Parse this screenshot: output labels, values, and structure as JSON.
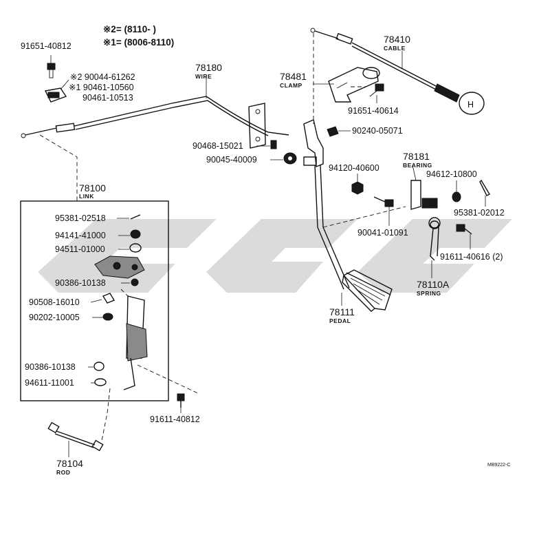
{
  "notes": {
    "note2": "※2= (8110-      )",
    "note1": "※1= (8006-8110)"
  },
  "labels": {
    "l_91651_40812": "91651-40812",
    "l_90044_61262": "※2 90044-61262",
    "l_90461_10560": "※1 90461-10560",
    "l_90461_10513": "90461-10513",
    "l_78180": "78180",
    "l_78180_sub": "WIRE",
    "l_78410": "78410",
    "l_78410_sub": "CABLE",
    "l_78481": "78481",
    "l_78481_sub": "CLAMP",
    "l_91651_40614": "91651-40614",
    "l_90240_05071": "90240-05071",
    "l_90468_15021": "90468-15021",
    "l_90045_40009": "90045-40009",
    "l_94120_40600": "94120-40600",
    "l_78181": "78181",
    "l_78181_sub": "BEARING",
    "l_94612_10800": "94612-10800",
    "l_95381_02012": "95381-02012",
    "l_90041_01091": "90041-01091",
    "l_91611_40616": "91611-40616 (2)",
    "l_78110A": "78110A",
    "l_78110A_sub": "SPRING",
    "l_78111": "78111",
    "l_78111_sub": "PEDAL",
    "l_78100": "78100",
    "l_78100_sub": "LINK",
    "l_95381_02518": "95381-02518",
    "l_94141_41000": "94141-41000",
    "l_94511_01000": "94511-01000",
    "l_90386_10138a": "90386-10138",
    "l_90508_16010": "90508-16010",
    "l_90202_10005": "90202-10005",
    "l_90386_10138b": "90386-10138",
    "l_94611_11001": "94611-11001",
    "l_91611_40812": "91611-40812",
    "l_78104": "78104",
    "l_78104_sub": "ROD",
    "code": "MB9222-C"
  },
  "watermark": {
    "color": "#bdbdbd"
  }
}
